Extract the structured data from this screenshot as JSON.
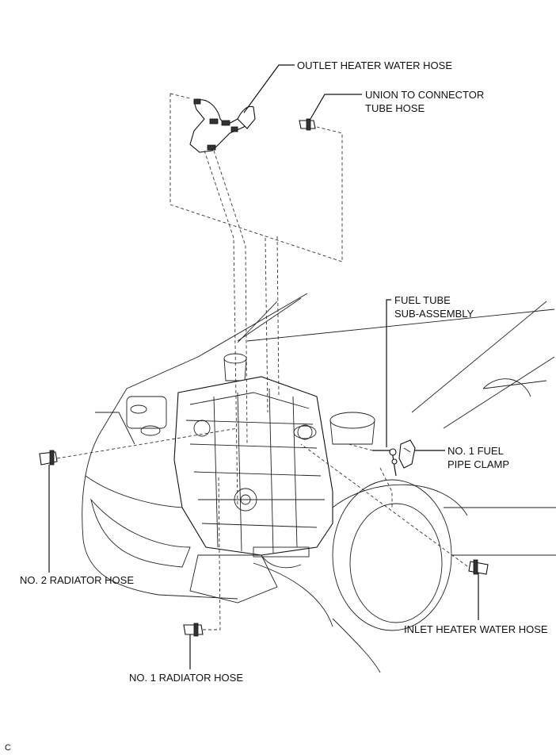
{
  "labels": {
    "outlet_heater_water_hose": "OUTLET HEATER WATER HOSE",
    "union_to_connector_line1": "UNION TO CONNECTOR",
    "union_to_connector_line2": "TUBE HOSE",
    "fuel_tube_line1": "FUEL TUBE",
    "fuel_tube_line2": "SUB-ASSEMBLY",
    "no1_fuel_pipe_clamp_line1": "NO. 1 FUEL",
    "no1_fuel_pipe_clamp_line2": "PIPE CLAMP",
    "no2_radiator_hose": "NO. 2 RADIATOR HOSE",
    "inlet_heater_water_hose": "INLET HEATER WATER HOSE",
    "no1_radiator_hose": "NO. 1 RADIATOR HOSE"
  },
  "figure_code": "C"
}
